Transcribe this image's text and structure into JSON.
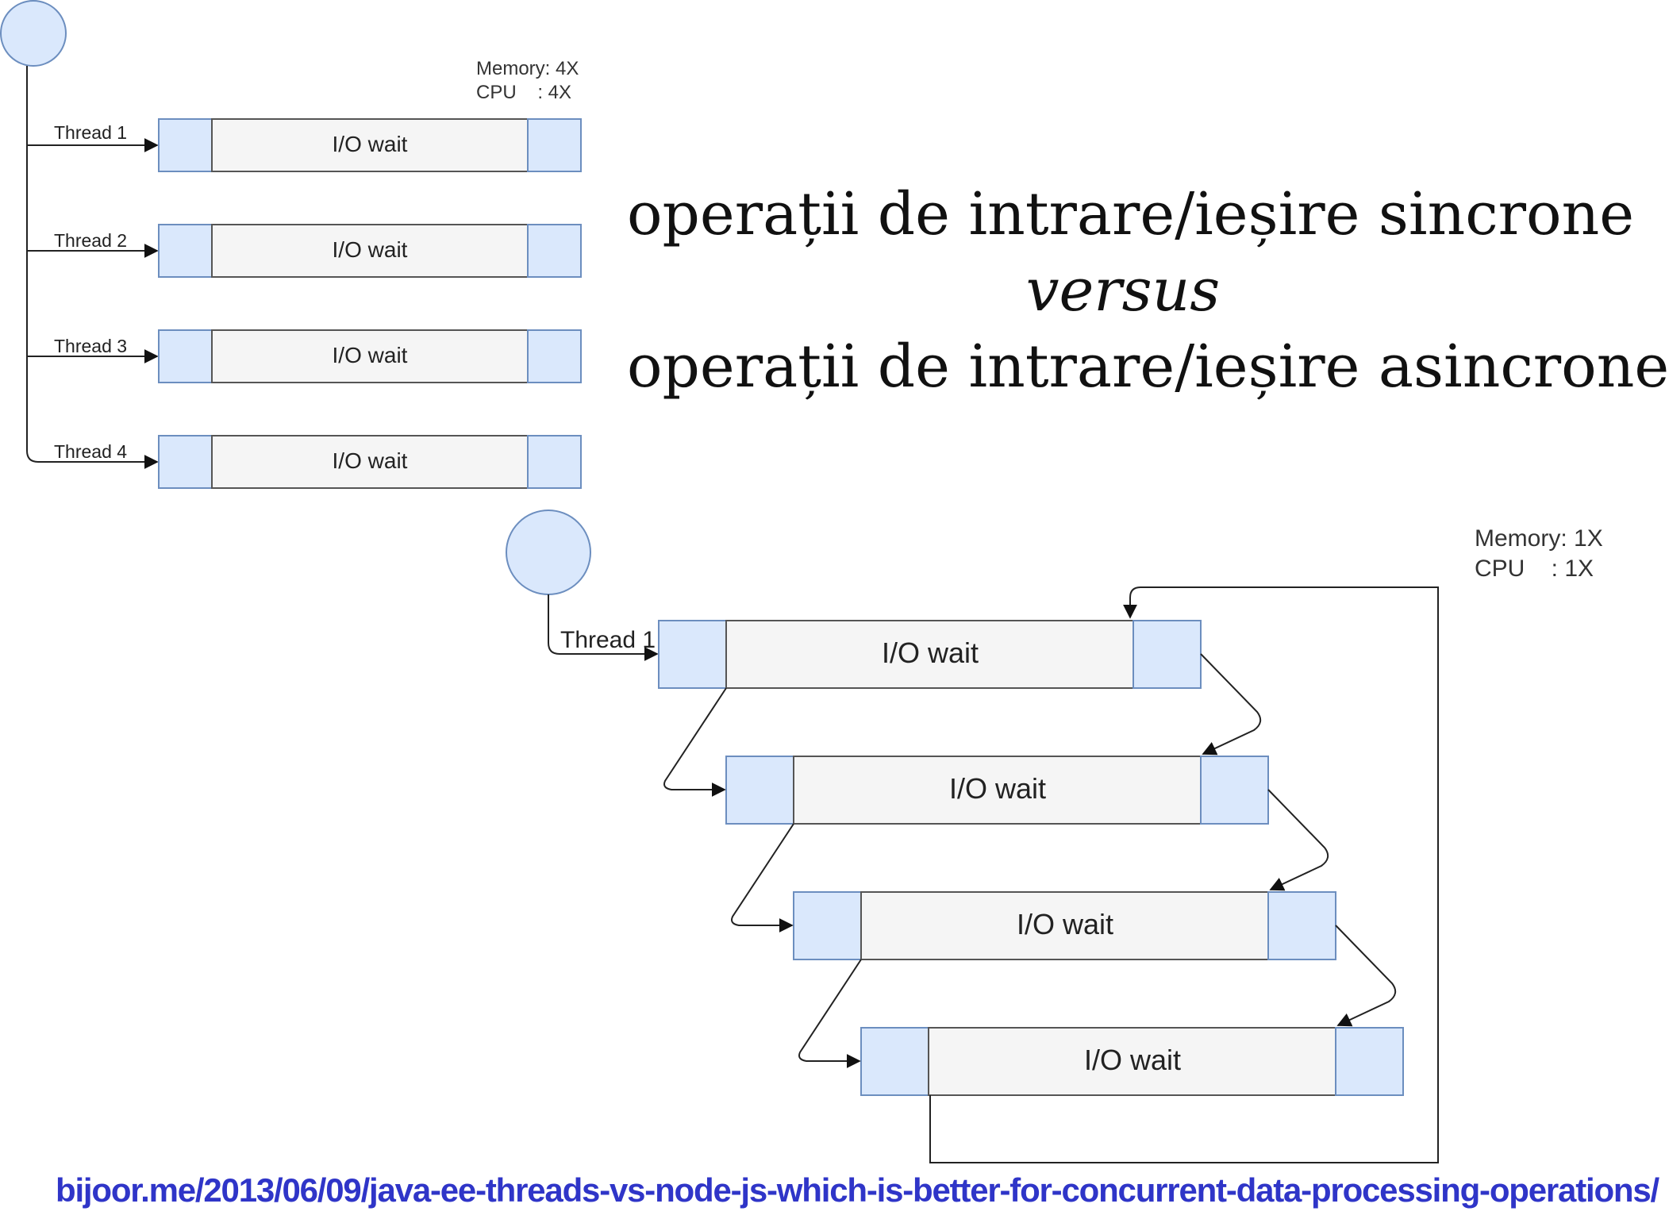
{
  "sync_diagram": {
    "memory_label": "Memory: 4X",
    "cpu_label": "CPU    : 4X",
    "threads": [
      {
        "label": "Thread 1",
        "block": "I/O wait"
      },
      {
        "label": "Thread 2",
        "block": "I/O wait"
      },
      {
        "label": "Thread 3",
        "block": "I/O wait"
      },
      {
        "label": "Thread 4",
        "block": "I/O wait"
      }
    ]
  },
  "async_diagram": {
    "memory_label": "Memory: 1X",
    "cpu_label": "CPU    : 1X",
    "thread_label": "Thread 1",
    "blocks": [
      "I/O wait",
      "I/O wait",
      "I/O wait",
      "I/O wait"
    ]
  },
  "title": {
    "line1": "operații de intrare/ieșire sincrone",
    "line2": "versus",
    "line3": "operații de intrare/ieșire asincrone"
  },
  "source": "bijoor.me/2013/06/09/java-ee-threads-vs-node-js-which-is-better-for-concurrent-data-processing-operations/",
  "colors": {
    "node_fill": "#dae8fc",
    "node_stroke": "#6c8ebf",
    "wait_fill": "#f5f5f5",
    "link": "#2f35c8"
  }
}
